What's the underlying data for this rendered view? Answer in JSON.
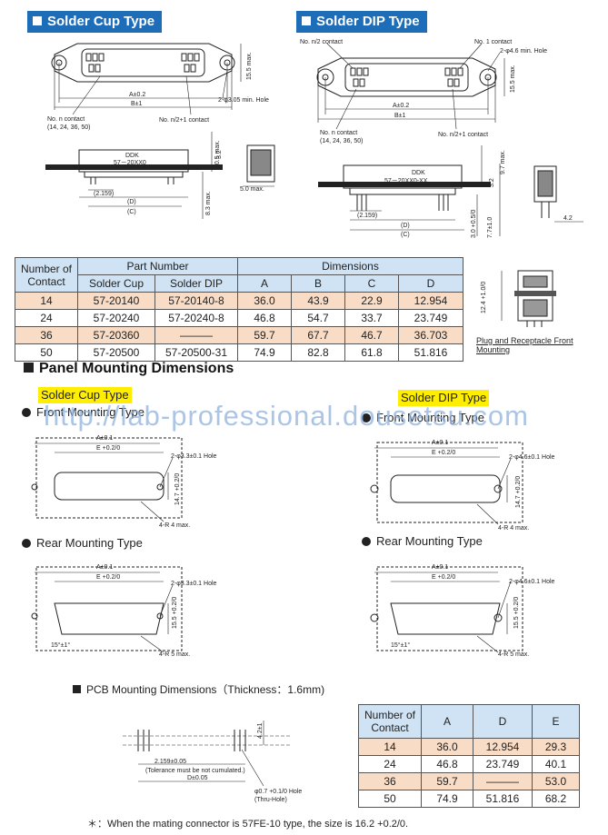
{
  "headers": {
    "solder_cup": "Solder Cup Type",
    "solder_dip": "Solder DIP Type",
    "panel_mounting": "Panel Mounting Dimensions",
    "pcb_mounting": "PCB Mounting Dimensions（Thickness：1.6mm)"
  },
  "labels": {
    "solder_cup_type": "Solder Cup Type",
    "solder_dip_type": "Solder DIP Type",
    "front_mounting_type": "Front Mounting Type",
    "rear_mounting_type": "Rear Mounting Type",
    "plug_caption": "Plug and Receptacle Front Mounting"
  },
  "watermark": "http://lab-professional.dousetsu.com",
  "cup_drawing": {
    "a": "A±0.2",
    "b": "B±1",
    "h155": "15.5 max.",
    "hole": "2-φ3.05 min. Hole",
    "no_n": "No. n contact",
    "no_n_sizes": "(14, 24, 36, 50)",
    "no_n2": "No. n/2+1 contact",
    "ddk": "DDK",
    "part": "57－20XX0",
    "d105": "10.5 max.",
    "d32": "3.2",
    "d2159": "(2.159)",
    "dD": "(D)",
    "dC": "(C)",
    "d83": "8.3 max.",
    "d50": "5.0 max."
  },
  "dip_drawing": {
    "no_n2": "No. n/2 contact",
    "no_1": "No. 1 contact",
    "hole": "2-φ4.6 min. Hole",
    "h155": "15.5 max.",
    "a": "A±0.2",
    "b": "B±1",
    "no_n": "No. n contact",
    "no_n_sizes": "(14, 24, 36, 50)",
    "no_n21": "No. n/2+1 contact",
    "ddk": "DDK",
    "part": "57－20XX0-XX",
    "d97": "9.7 max.",
    "d32": "3.2",
    "d2159": "(2.159)",
    "dD": "(D)",
    "dC": "(C)",
    "d30": "3.0 +0.5/0",
    "d77": "7.7±1.0",
    "d42": "4.2",
    "d124": "12.4 +1.0/0"
  },
  "table1": {
    "col_contact": "Number of Contact",
    "col_part": "Part Number",
    "col_dims": "Dimensions",
    "sub": [
      "Solder Cup",
      "Solder DIP",
      "A",
      "B",
      "C",
      "D"
    ],
    "rows": [
      [
        "14",
        "57-20140",
        "57-20140-8",
        "36.0",
        "43.9",
        "22.9",
        "12.954"
      ],
      [
        "24",
        "57-20240",
        "57-20240-8",
        "46.8",
        "54.7",
        "33.7",
        "23.749"
      ],
      [
        "36",
        "57-20360",
        "———",
        "59.7",
        "67.7",
        "46.7",
        "36.703"
      ],
      [
        "50",
        "57-20500",
        "57-20500-31",
        "74.9",
        "82.8",
        "61.8",
        "51.816"
      ]
    ]
  },
  "panel": {
    "a01": "A±0.1",
    "e02": "E +0.2/0",
    "hole_cup": "2-φ3.3±0.1 Hole",
    "hole_dip": "2-φ4.6±0.1 Hole",
    "h147": "14.7 +0.2/0",
    "h155": "15.5 +0.2/0",
    "r4": "4-R 4 max.",
    "r5": "4-R 5 max.",
    "ang": "15°±1°"
  },
  "pcb": {
    "d42": "4.2±1",
    "d2159": "2.159±0.05",
    "tol": "(Tolerance must be not cumulated.)",
    "d_val": "D±0.05",
    "hole": "φ0.7 +0.1/0 Hole",
    "thru": "(Thru-Hole)"
  },
  "table2": {
    "headers": [
      "Number of Contact",
      "A",
      "D",
      "E"
    ],
    "rows": [
      [
        "14",
        "36.0",
        "12.954",
        "29.3"
      ],
      [
        "24",
        "46.8",
        "23.749",
        "40.1"
      ],
      [
        "36",
        "59.7",
        "———",
        "53.0"
      ],
      [
        "50",
        "74.9",
        "51.816",
        "68.2"
      ]
    ]
  },
  "footnote": "＊：When the mating connector is 57FE-10 type, the size is 16.2 +0.2/0."
}
